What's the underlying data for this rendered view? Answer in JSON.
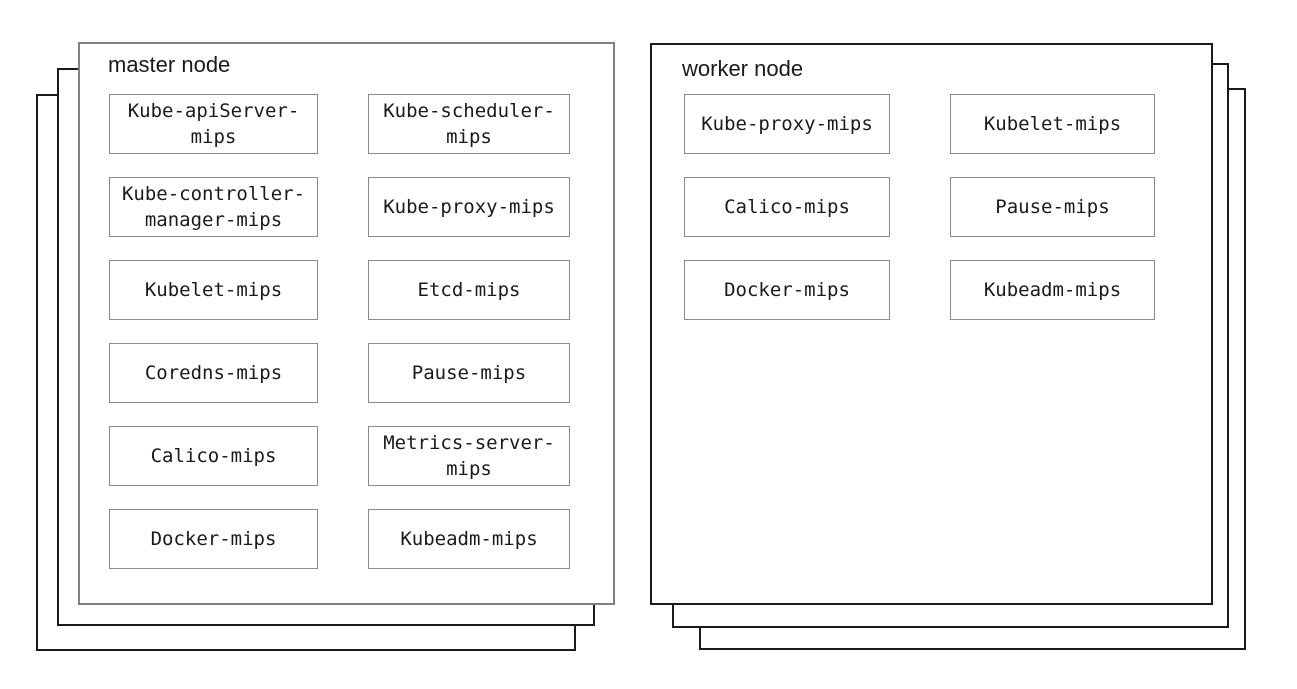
{
  "master": {
    "title": "master node",
    "stacked_layers": 3,
    "components": [
      {
        "text": "Kube-apiServer-\nmips"
      },
      {
        "text": "Kube-scheduler-\nmips"
      },
      {
        "text": "Kube-controller-\nmanager-mips"
      },
      {
        "text": "Kube-proxy-mips"
      },
      {
        "text": "Kubelet-mips"
      },
      {
        "text": "Etcd-mips"
      },
      {
        "text": "Coredns-mips"
      },
      {
        "text": "Pause-mips"
      },
      {
        "text": "Calico-mips"
      },
      {
        "text": "Metrics-server-\nmips"
      },
      {
        "text": "Docker-mips"
      },
      {
        "text": "Kubeadm-mips"
      }
    ]
  },
  "worker": {
    "title": "worker node",
    "stacked_layers": 3,
    "components": [
      {
        "text": "Kube-proxy-mips"
      },
      {
        "text": "Kubelet-mips"
      },
      {
        "text": "Calico-mips"
      },
      {
        "text": "Pause-mips"
      },
      {
        "text": "Docker-mips"
      },
      {
        "text": "Kubeadm-mips"
      }
    ]
  },
  "colors": {
    "background": "#ffffff",
    "master_border": "#808080",
    "worker_border": "#1a1a1a",
    "layer_border": "#1a1a1a",
    "component_border": "#8a8a8a",
    "text": "#1a1a1a"
  }
}
